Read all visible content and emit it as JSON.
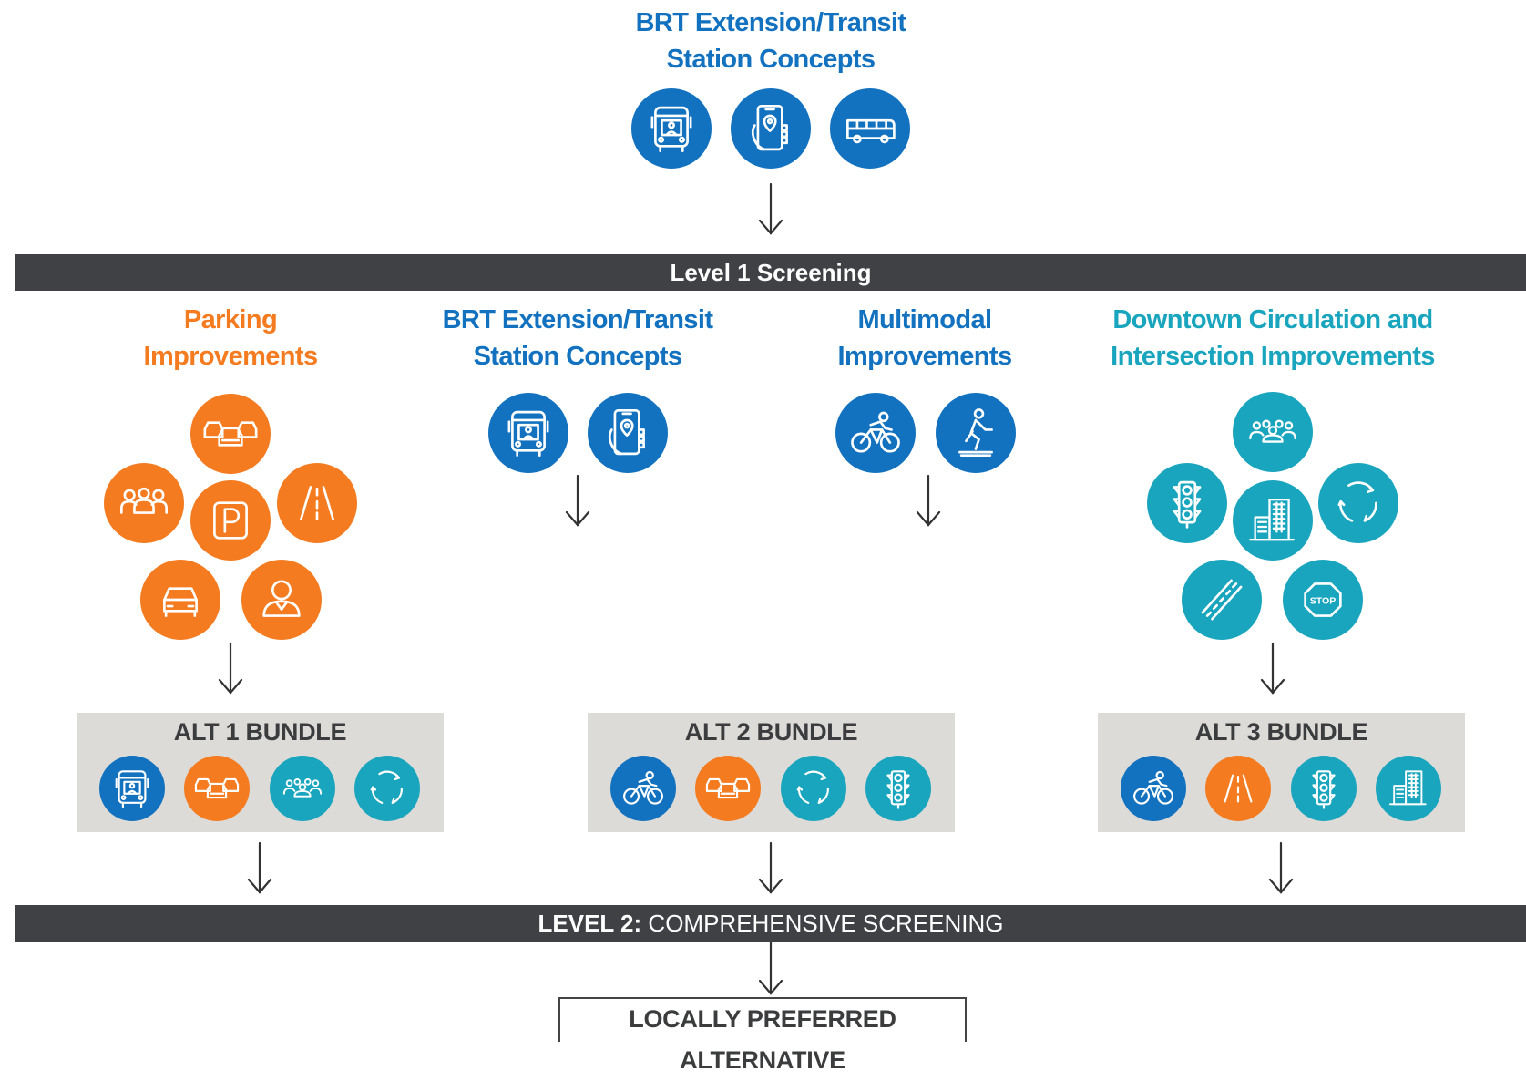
{
  "colors": {
    "blue": "#1372bf",
    "orange": "#f47b20",
    "teal": "#1aa5bf",
    "dark_bar": "#3f4144",
    "bundle_bg": "#dcdbd7"
  },
  "top": {
    "title_line1": "BRT Extension/Transit",
    "title_line2": "Station Concepts",
    "icons": [
      "bus-front-icon",
      "phone-location-icon",
      "bus-side-icon"
    ]
  },
  "level1": {
    "label": "Level 1 Screening"
  },
  "columns": {
    "parking": {
      "title_line1": "Parking",
      "title_line2": "Improvements",
      "icons": [
        "traffic-jam-icon",
        "group-icon",
        "parking-icon",
        "road-icon",
        "car-icon",
        "person-icon"
      ]
    },
    "brt": {
      "title_line1": "BRT Extension/Transit",
      "title_line2": "Station Concepts",
      "icons": [
        "bus-front-icon",
        "phone-location-icon"
      ]
    },
    "multimodal": {
      "title_line1": "Multimodal",
      "title_line2": "Improvements",
      "icons": [
        "bicycle-icon",
        "pedestrian-icon"
      ]
    },
    "downtown": {
      "title_line1": "Downtown Circulation and",
      "title_line2": "Intersection Improvements",
      "icons": [
        "crowd-icon",
        "traffic-light-icon",
        "building-icon",
        "roundabout-icon",
        "lanes-icon",
        "stop-sign-icon"
      ],
      "stop_text": "STOP"
    }
  },
  "bundles": {
    "alt1": {
      "title": "ALT 1 BUNDLE",
      "icons": [
        "bus-front-icon",
        "traffic-jam-icon",
        "crowd-icon",
        "roundabout-icon"
      ]
    },
    "alt2": {
      "title": "ALT 2 BUNDLE",
      "icons": [
        "bicycle-icon",
        "traffic-jam-icon",
        "roundabout-icon",
        "traffic-light-icon"
      ]
    },
    "alt3": {
      "title": "ALT 3 BUNDLE",
      "icons": [
        "bicycle-icon",
        "road-icon",
        "traffic-light-icon",
        "building-icon"
      ]
    }
  },
  "level2": {
    "label_bold": "LEVEL 2:",
    "label_rest": " COMPREHENSIVE SCREENING"
  },
  "result": {
    "label": "LOCALLY PREFERRED ALTERNATIVE"
  }
}
